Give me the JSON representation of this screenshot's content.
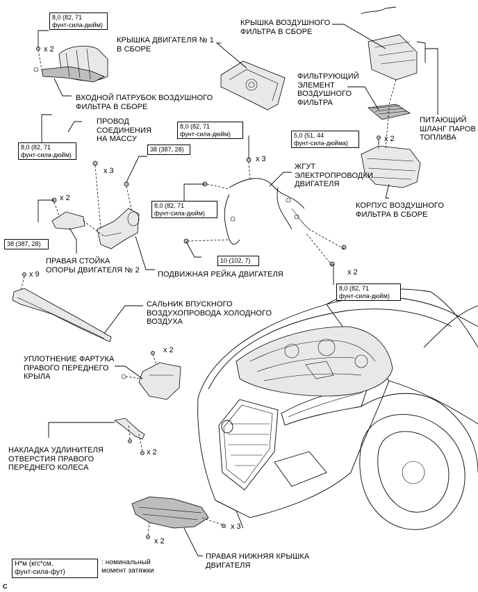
{
  "labels": {
    "cover_no1": "КРЫШКА ДВИГАТЕЛЯ № 1\nВ СБОРЕ",
    "air_cleaner_cap": "КРЫШКА ВОЗДУШНОГО\nФИЛЬТРА В СБОРЕ",
    "filter_element": "ФИЛЬТРУЮЩИЙ\nЭЛЕМЕНТ\nВОЗДУШНОГО\nФИЛЬТРА",
    "vapor_hose": "ПИТАЮЩИЙ\nШЛАНГ ПАРОВ\nТОПЛИВА",
    "inlet_duct": "ВХОДНОЙ ПАТРУБОК ВОЗДУШНОГО\nФИЛЬТРА В СБОРЕ",
    "ground_wire": "ПРОВОД\nСОЕДИНЕНИЯ\nНА МАССУ",
    "wire_harness": "ЖГУТ\nЭЛЕКТРОПРОВОДКИ\nДВИГАТЕЛЯ",
    "case": "КОРПУС ВОЗДУШНОГО\nФИЛЬТРА В СБОРЕ",
    "mount_stay": "ПРАВАЯ СТОЙКА\nОПОРЫ ДВИГАТЕЛЯ № 2",
    "moving_control_rod": "ПОДВИЖНАЯ РЕЙКА ДВИГАТЕЛЯ",
    "cool_air_seal": "САЛЬНИК ВПУСКНОГО\nВОЗДУХОПРОВОДА ХОЛОДНОГО\nВОЗДУХА",
    "fender_seal": "УПЛОТНЕНИЕ ФАРТУКА\nПРАВОГО ПЕРЕДНЕГО\nКРЫЛА",
    "wheel_opening": "НАКЛАДКА УДЛИНИТЕЛЯ\nОТВЕРСТИЯ ПРАВОГО\nПЕРЕДНЕГО КОЛЕСА",
    "under_cover": "ПРАВАЯ НИЖНЯЯ КРЫШКА\nДВИГАТЕЛЯ"
  },
  "torques": {
    "t_duct": "8,0 (82, 71\nфунт-сила-дюйм)",
    "t_ground": "8,0 (82, 71\nфунт-сила-дюйм)",
    "t_harness_top": "8,0 (82, 71\nфунт-сила-дюйм)",
    "t_case": "5,0 (51, 44\nфунт-сила-дюйма)",
    "t_rod": "38 (387, 28)",
    "t_stay": "38 (387, 28)",
    "t_harness_mid": "8,0 (82, 71\nфунт-сила-дюйм)",
    "t_harness_10": "10 (102, 7)",
    "t_harness_right": "8,0 (82, 71\nфунт-сила-дюйм)"
  },
  "quantities": {
    "q_duct": "x 2",
    "q_harness_top": "x 3",
    "q_case": "x 2",
    "q_rod": "x 3",
    "q_stay": "x 2",
    "q_harness_right": "x 2",
    "q_seal": "x 9",
    "q_fender": "x 2",
    "q_wheel": "x 2",
    "q_under_left": "x 2",
    "q_under_right": "x 3"
  },
  "legend": {
    "unit": "Н*м (кгс*см,\nфунт-сила-фут)",
    "description": ": номинальный\nмомент затяжки"
  },
  "figure_code": "C"
}
